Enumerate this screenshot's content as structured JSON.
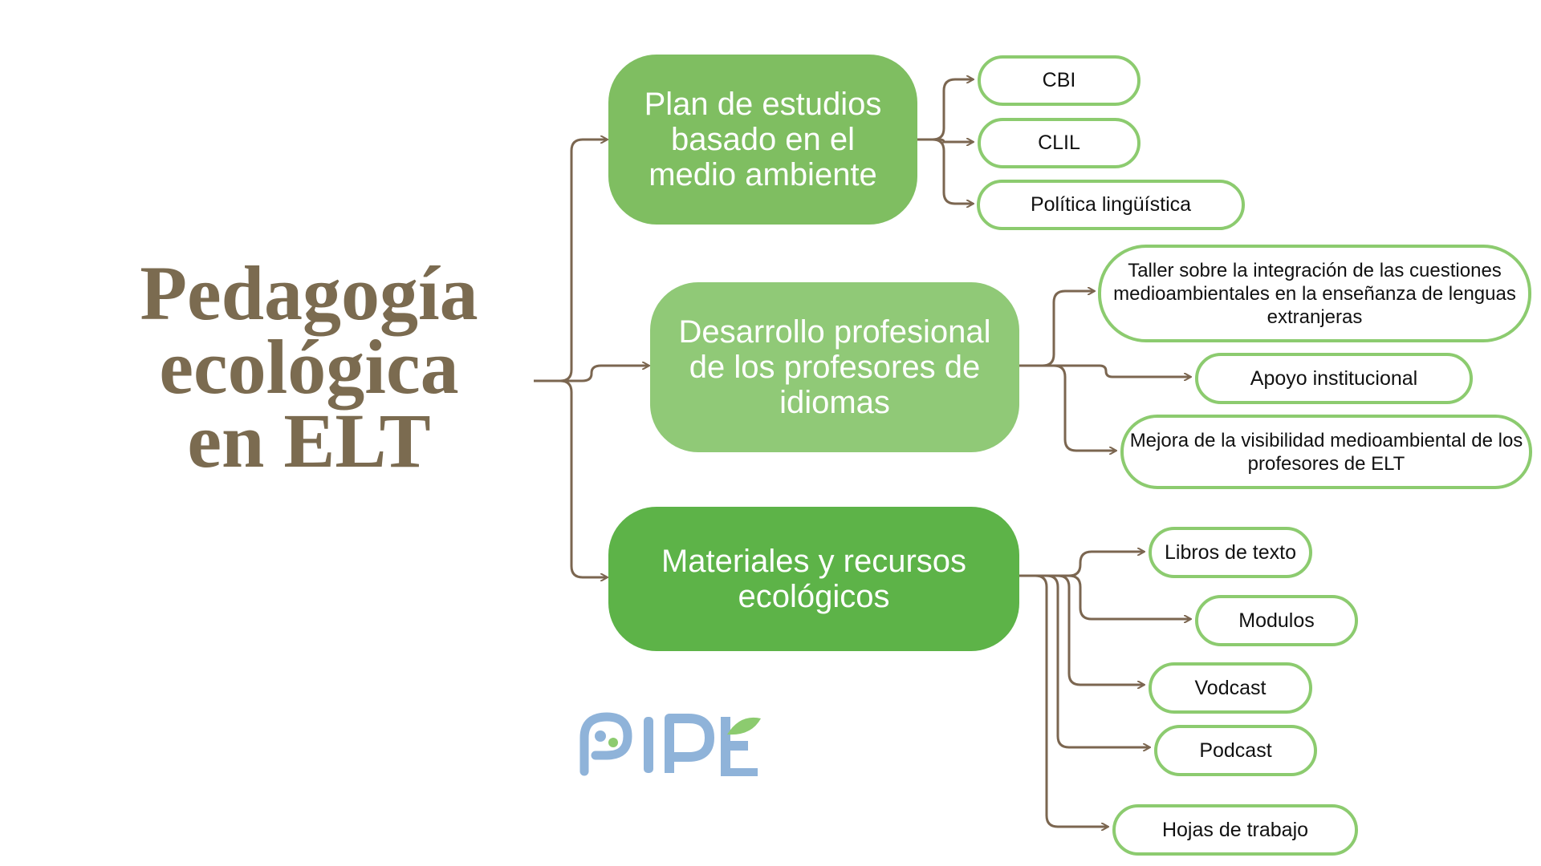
{
  "title": {
    "line1": "Pedagogía",
    "line2": "ecológica",
    "line3": "en ELT"
  },
  "colors": {
    "title": "#7b6b50",
    "connector": "#7b6650",
    "branch1": "#7fbe61",
    "branch2": "#90c977",
    "branch3": "#5db348",
    "leaf_border": "#8ccb6f"
  },
  "branches": [
    {
      "label": "Plan de estudios basado en el medio ambiente",
      "children": [
        "CBI",
        "CLIL",
        "Política lingüística"
      ]
    },
    {
      "label": "Desarrollo profesional de los profesores de idiomas",
      "children": [
        "Taller sobre la integración de las cuestiones medioambientales en la enseñanza de lenguas extranjeras",
        "Apoyo institucional",
        "Mejora de la visibilidad medioambiental de los profesores de ELT"
      ]
    },
    {
      "label": "Materiales y recursos ecológicos",
      "children": [
        "Libros de texto",
        "Modulos",
        "Vodcast",
        "Podcast",
        "Hojas de trabajo"
      ]
    }
  ],
  "logo": {
    "text": "PIPE"
  }
}
